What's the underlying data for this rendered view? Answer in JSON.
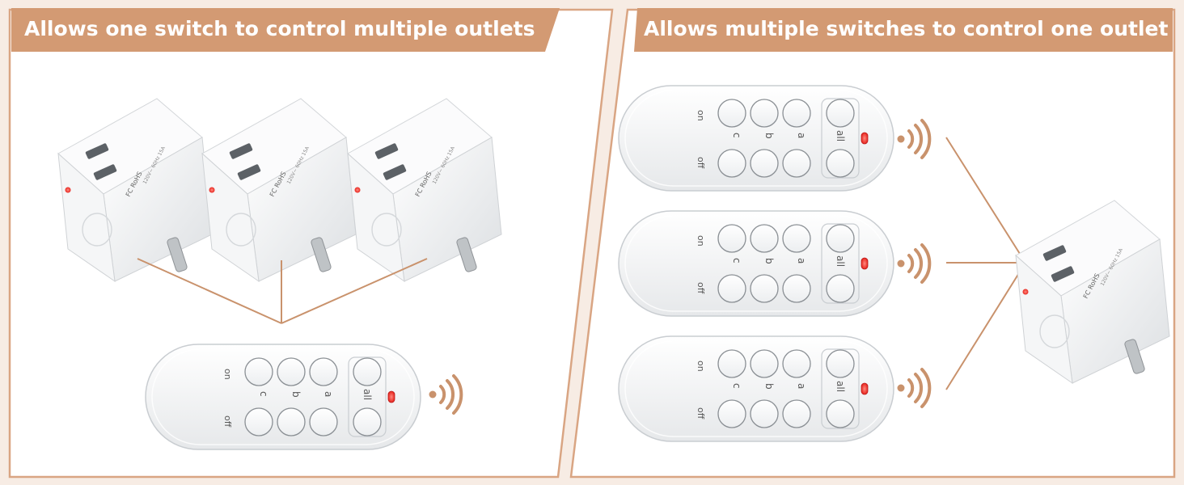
{
  "panels": {
    "left": {
      "title": "Allows one switch to control multiple outlets"
    },
    "right": {
      "title": "Allows multiple switches to control one outlet"
    }
  },
  "remote": {
    "on_label": "on",
    "off_label": "off",
    "channels": [
      "c",
      "b",
      "a"
    ],
    "all_label": "all"
  },
  "colors": {
    "accent": "#d39a73",
    "line": "#c9926c",
    "led": "#e8261f",
    "remote_body": "#f5f6f7",
    "outlet_body": "#f3f4f5"
  },
  "icons": {
    "signal": "wireless-signal-icon",
    "led": "red-led-icon",
    "outlet": "smart-outlet-plug"
  }
}
